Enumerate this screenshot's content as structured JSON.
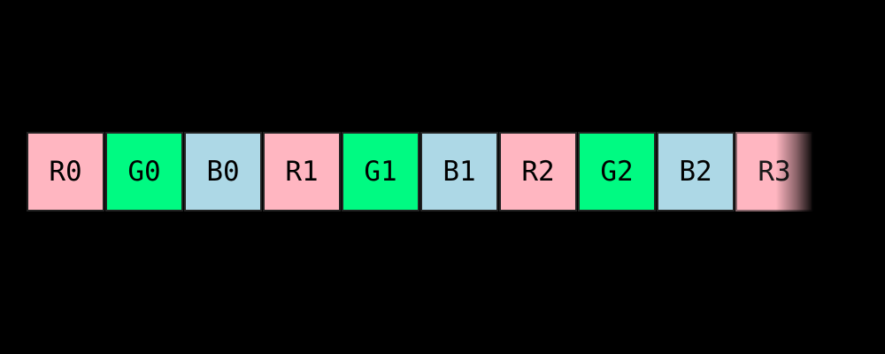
{
  "diagram": {
    "type": "interleaved-channel-strip",
    "background_color": "#000000",
    "cell_border_color": "#222222",
    "label_color": "#000000",
    "palette": {
      "red_channel": "#ffb6c1",
      "green_channel": "#00fa82",
      "blue_channel": "#add8e6"
    },
    "cells": [
      {
        "label": "R0",
        "channel": "red",
        "index": 0,
        "faded": false
      },
      {
        "label": "G0",
        "channel": "green",
        "index": 0,
        "faded": false
      },
      {
        "label": "B0",
        "channel": "blue",
        "index": 0,
        "faded": false
      },
      {
        "label": "R1",
        "channel": "red",
        "index": 1,
        "faded": false
      },
      {
        "label": "G1",
        "channel": "green",
        "index": 1,
        "faded": false
      },
      {
        "label": "B1",
        "channel": "blue",
        "index": 1,
        "faded": false
      },
      {
        "label": "R2",
        "channel": "red",
        "index": 2,
        "faded": false
      },
      {
        "label": "G2",
        "channel": "green",
        "index": 2,
        "faded": false
      },
      {
        "label": "B2",
        "channel": "blue",
        "index": 2,
        "faded": false
      },
      {
        "label": "R3",
        "channel": "red",
        "index": 3,
        "faded": true
      }
    ]
  }
}
